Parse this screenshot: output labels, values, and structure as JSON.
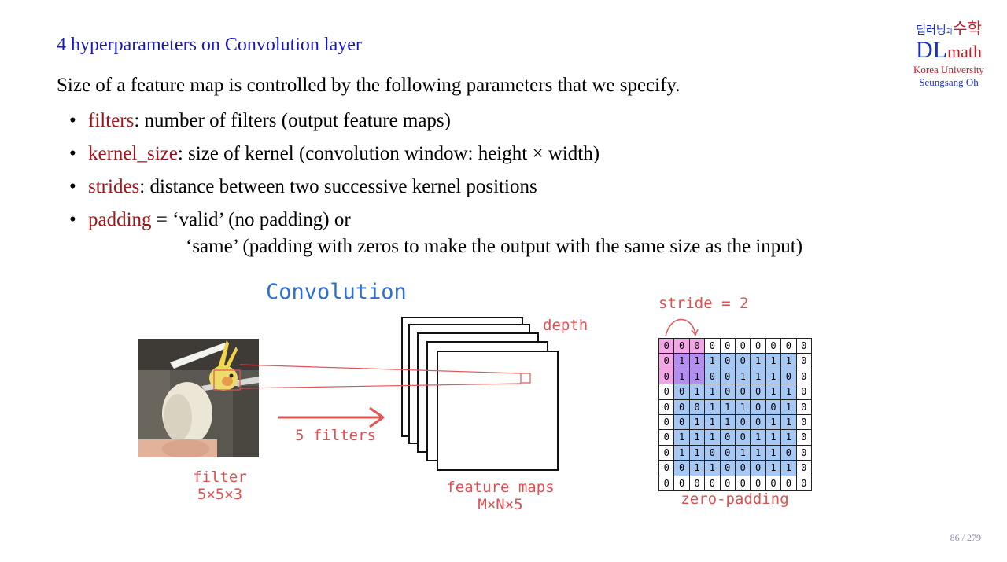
{
  "header": {
    "title": "4 hyperparameters on Convolution layer"
  },
  "logo": {
    "kr_left": "딥러닝",
    "kr_mid": "과",
    "kr_right": "수학",
    "dl": "DL",
    "math": "math",
    "university": "Korea University",
    "author": "Seungsang Oh"
  },
  "intro": "Size of a feature map is controlled by the following parameters that we specify.",
  "bullets": [
    {
      "term": "filters",
      "text": ": number of filters (output feature maps)"
    },
    {
      "term": "kernel_size",
      "text": ": size of kernel (convolution window: height × width)"
    },
    {
      "term": "strides",
      "text": ": distance between two successive kernel positions"
    },
    {
      "term": "padding",
      "text": " = ‘valid’ (no padding) or"
    }
  ],
  "padding_line2": "‘same’ (padding with zeros to make the output with the same size as the input)",
  "figure": {
    "title": "Convolution",
    "depth_label": "depth",
    "arrow_label": "5 filters",
    "filter_label": "filter",
    "filter_size": "5×5×3",
    "maps_label": "feature maps",
    "maps_size": "M×N×5",
    "stride_label": "stride = 2",
    "zero_padding_label": "zero-padding"
  },
  "grid": [
    [
      "0",
      "0",
      "0",
      "0",
      "0",
      "0",
      "0",
      "0",
      "0",
      "0"
    ],
    [
      "0",
      "1",
      "1",
      "1",
      "0",
      "0",
      "1",
      "1",
      "1",
      "0"
    ],
    [
      "0",
      "1",
      "1",
      "0",
      "0",
      "1",
      "1",
      "1",
      "0",
      "0"
    ],
    [
      "0",
      "0",
      "1",
      "1",
      "0",
      "0",
      "0",
      "1",
      "1",
      "0"
    ],
    [
      "0",
      "0",
      "0",
      "1",
      "1",
      "1",
      "0",
      "0",
      "1",
      "0"
    ],
    [
      "0",
      "0",
      "1",
      "1",
      "1",
      "0",
      "0",
      "1",
      "1",
      "0"
    ],
    [
      "0",
      "1",
      "1",
      "1",
      "0",
      "0",
      "1",
      "1",
      "1",
      "0"
    ],
    [
      "0",
      "1",
      "1",
      "0",
      "0",
      "1",
      "1",
      "1",
      "0",
      "0"
    ],
    [
      "0",
      "0",
      "1",
      "1",
      "0",
      "0",
      "0",
      "1",
      "1",
      "0"
    ],
    [
      "0",
      "0",
      "0",
      "0",
      "0",
      "0",
      "0",
      "0",
      "0",
      "0"
    ]
  ],
  "colors": {
    "title_blue": "#1717c8",
    "term_red": "#a0151c",
    "figure_red": "#e0504f",
    "conv_blue": "#2f6fd0",
    "cell_blue": "#a8c8f4",
    "cell_pink": "#f2a6e6",
    "cell_purple": "#b38ef0"
  },
  "page": {
    "current": "86",
    "total": "279"
  }
}
